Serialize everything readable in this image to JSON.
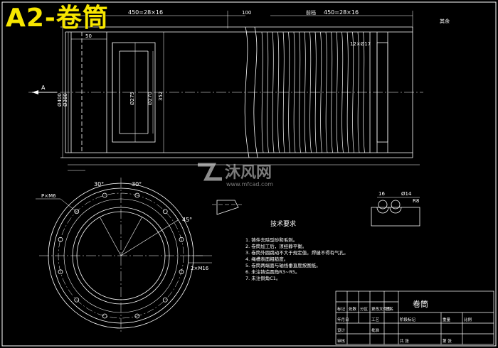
{
  "overlay_title": "A2-卷筒",
  "drawing_title": "卷筒",
  "watermark": {
    "logo": "沐风网",
    "url": "www.mfcad.com"
  },
  "dims": {
    "left_pitch": "450=28×16",
    "right_pitch": "450=28×16",
    "right_pitch_prefix": "前档",
    "center": "100",
    "top_50": "50",
    "bolt_holes": "12×Ø17",
    "phi400": "Ø400",
    "phi380": "Ø380",
    "phi275": "Ø275",
    "phi270": "Ø270",
    "d352": "352",
    "section_mark": "A",
    "ang_30a": "30°",
    "ang_30b": "30°",
    "ang_45": "45°",
    "bolt_label": "P×M6",
    "bolt_label2": "2×M16",
    "d16": "16",
    "d14": "Ø14",
    "r8": "R8",
    "roughness": "其余"
  },
  "tech_req": {
    "heading": "技术要求",
    "items": [
      "1. 铸件去除型砂和毛刺。",
      "2. 卷筒加工后，须经静平衡。",
      "3. 卷筒外圆跳动不大于规定值，焊缝不得有气孔。",
      "4. 绳槽表面粗糙度。",
      "5. 卷筒两端面与轴线垂直度按图纸。",
      "6. 未注铸造圆角R3~R5。",
      "7. 未注倒角C1。"
    ]
  },
  "title_block": {
    "name": "卷筒",
    "cells": [
      "标记",
      "处数",
      "分区",
      "更改文件号",
      "签名",
      "年月日",
      "设计",
      "审核",
      "工艺",
      "批准",
      "阶段标记",
      "重量",
      "比例",
      "共 张",
      "第 张"
    ]
  }
}
